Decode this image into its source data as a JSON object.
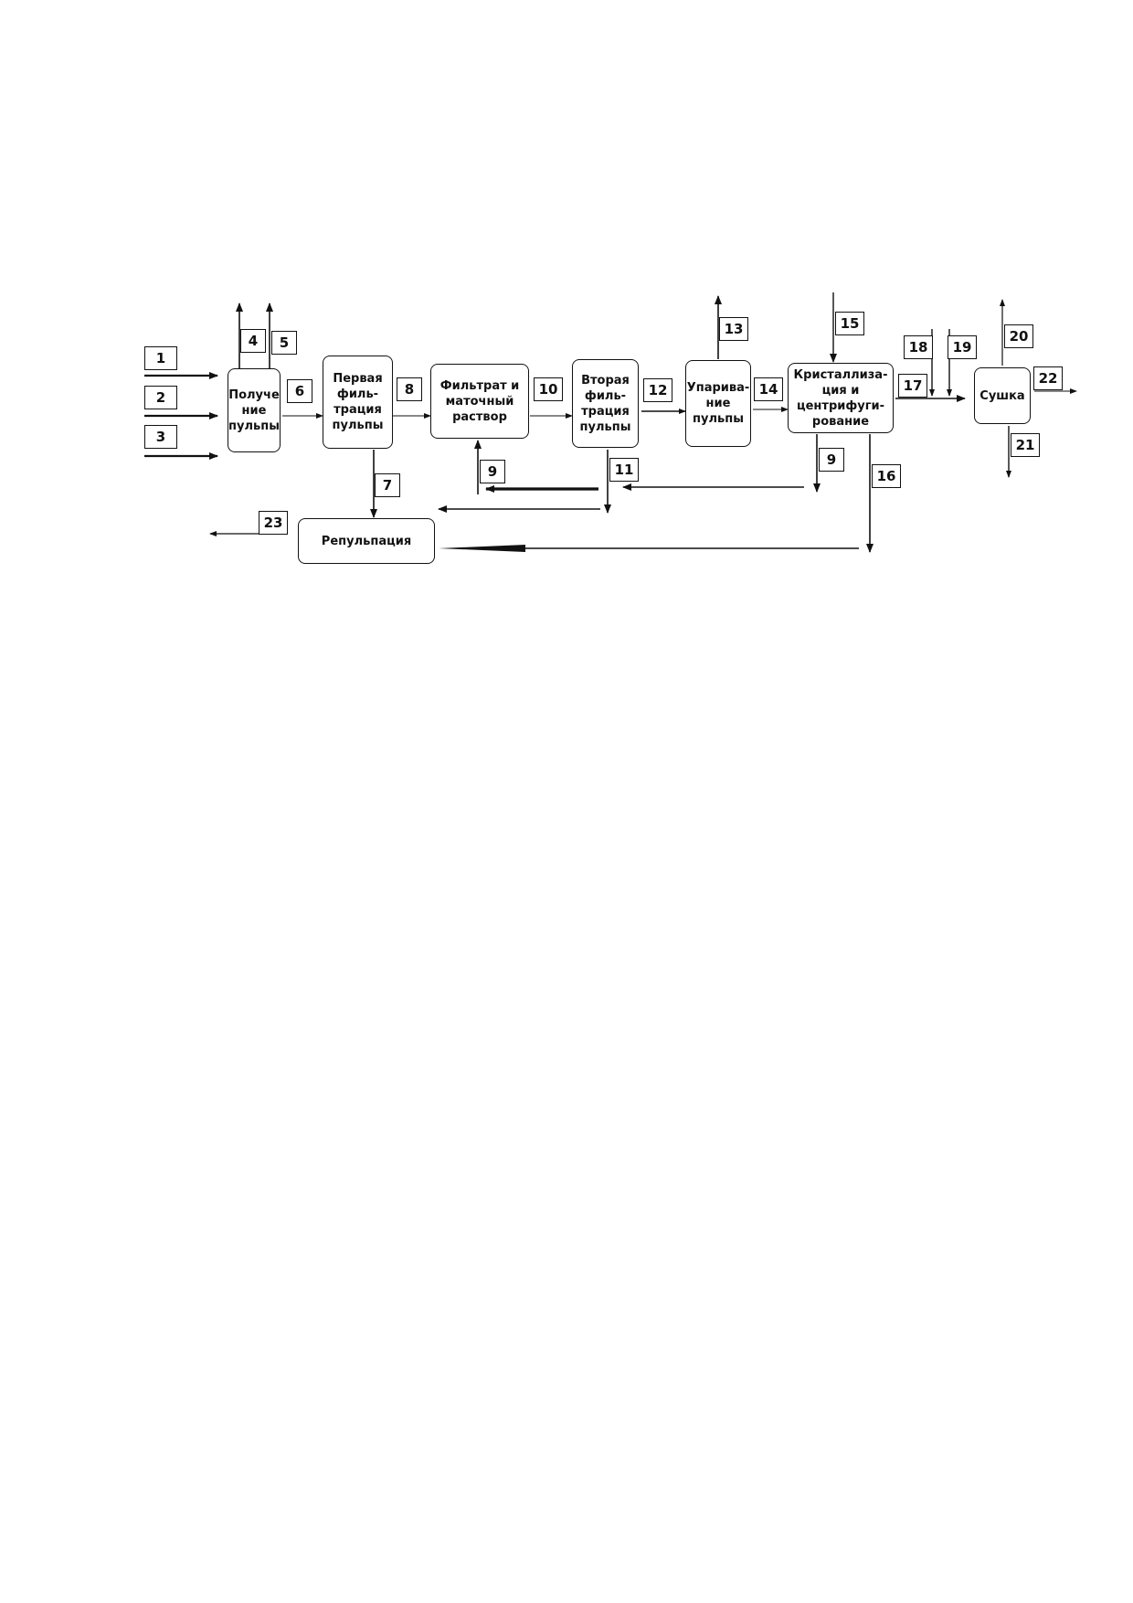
{
  "diagram": {
    "nodes": {
      "pulp_prep": "Получе\nние\nпульпы",
      "first_filtration": "Первая\nфиль-\nтрация\nпульпы",
      "filtrate": "Фильтрат и\nматочный\nраствор",
      "second_filtration": "Вторая\nфиль-\nтрация\nпульпы",
      "evaporation": "Упарива-\nние\nпульпы",
      "crystallization": "Кристаллиза-\nция и\nцентрифуги-\nрование",
      "drying": "Сушка",
      "repulping": "Репульпация"
    },
    "labels": {
      "l1": "1",
      "l2": "2",
      "l3": "3",
      "l4": "4",
      "l5": "5",
      "l6": "6",
      "l7": "7",
      "l8": "8",
      "l9a": "9",
      "l9b": "9",
      "l10": "10",
      "l11": "11",
      "l12": "12",
      "l13": "13",
      "l14": "14",
      "l15": "15",
      "l16": "16",
      "l17": "17",
      "l18": "18",
      "l19": "19",
      "l20": "20",
      "l21": "21",
      "l22": "22",
      "l23": "23"
    }
  }
}
